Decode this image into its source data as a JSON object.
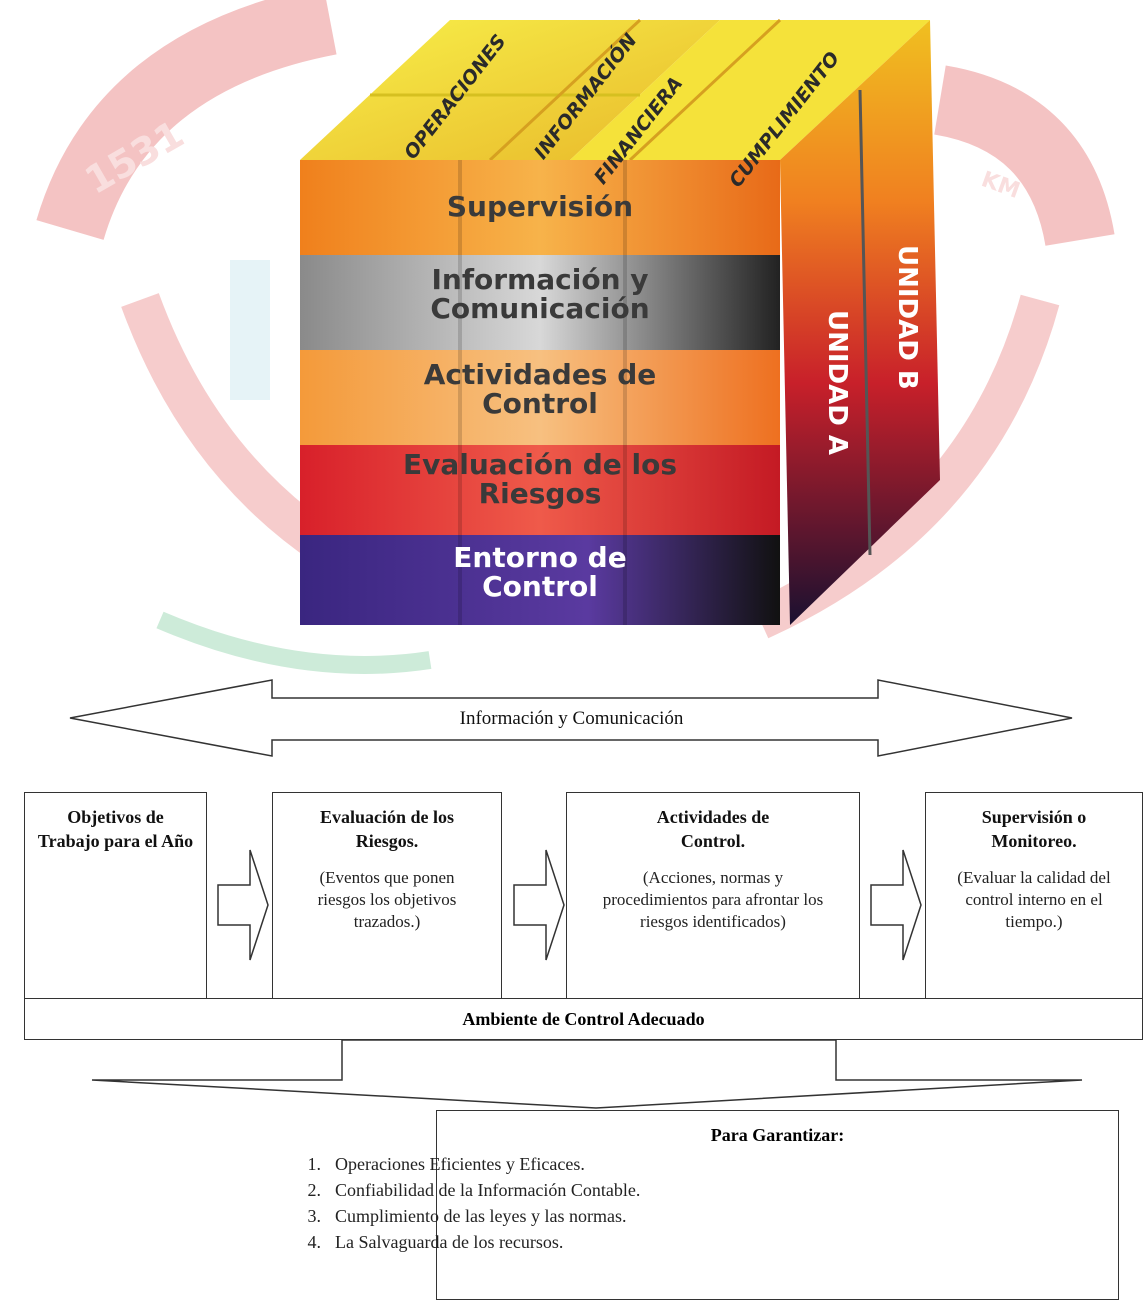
{
  "cube": {
    "top_labels": [
      "OPERACIONES",
      "INFORMACIÓN",
      "FINANCIERA",
      "CUMPLIMIENTO"
    ],
    "layers": [
      {
        "label": "Supervisión"
      },
      {
        "label": "Información y Comunicación"
      },
      {
        "label": "Actividades de Control"
      },
      {
        "label": "Evaluación de los Riesgos"
      },
      {
        "label": "Entorno de Control"
      }
    ],
    "side_labels": [
      "UNIDAD A",
      "UNIDAD B"
    ]
  },
  "flow": {
    "arrow_label": "Información y Comunicación",
    "boxes": [
      {
        "title": "Objetivos de Trabajo para el Año",
        "desc": ""
      },
      {
        "title": "Evaluación de los Riesgos.",
        "desc": "(Eventos que ponen riesgos los objetivos trazados.)"
      },
      {
        "title": "Actividades de Control.",
        "desc": "(Acciones, normas y procedimientos para afrontar los riesgos identificados)"
      },
      {
        "title": "Supervisión o Monitoreo.",
        "desc": "(Evaluar la calidad del control interno en el tiempo.)"
      }
    ],
    "base_label": "Ambiente de Control Adecuado",
    "guarantee": {
      "title": "Para Garantizar:",
      "items": [
        {
          "num": "1.",
          "text": "Operaciones Eficientes y Eficaces."
        },
        {
          "num": "2.",
          "text": "Confiabilidad de la Información Contable."
        },
        {
          "num": "3.",
          "text": "Cumplimiento de las leyes y las normas."
        },
        {
          "num": "4.",
          "text": "La Salvaguarda de los recursos."
        }
      ]
    }
  },
  "watermark": {
    "left_text": "1531",
    "right_text": "KM"
  },
  "colors": {
    "yellow": "#f2ee2a",
    "orange": "#f07a1a",
    "grey": "#9a9a9a",
    "red": "#e03030",
    "purple": "#3a2a8a",
    "watermark_red": "#f2b6b6",
    "watermark_green": "#bfe6d0"
  }
}
